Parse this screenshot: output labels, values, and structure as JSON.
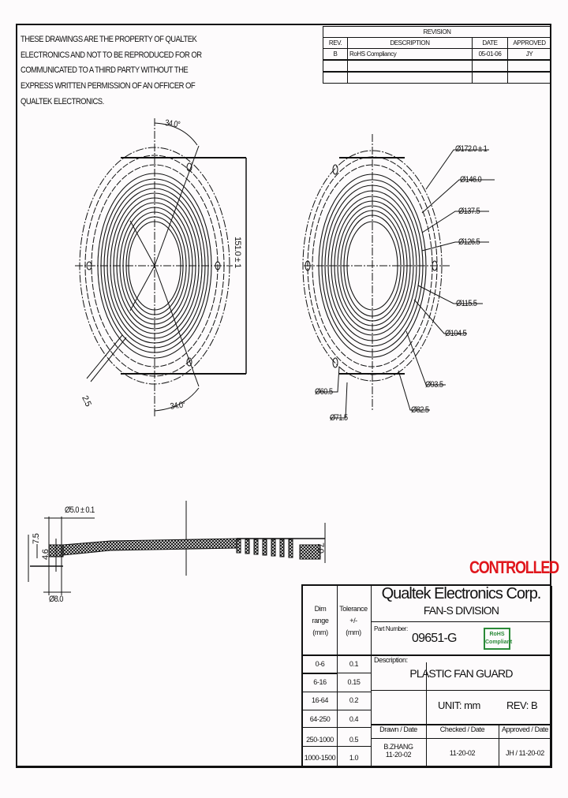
{
  "notice": {
    "lines": [
      "THESE DRAWINGS ARE THE PROPERTY OF QUALTEK",
      "ELECTRONICS AND NOT TO BE REPRODUCED FOR OR",
      "COMMUNICATED TO A THIRD PARTY WITHOUT THE",
      "EXPRESS WRITTEN PERMISSION OF AN OFFICER OF",
      "QUALTEK ELECTRONICS."
    ]
  },
  "revision_table": {
    "title": "REVISION",
    "headers": [
      "REV.",
      "DESCRIPTION",
      "DATE",
      "APPROVED"
    ],
    "rows": [
      [
        "B",
        "RoHS Compliancy",
        "05-01-06",
        "JY"
      ],
      [
        "",
        "",
        "",
        ""
      ],
      [
        "",
        "",
        "",
        ""
      ]
    ]
  },
  "front_view": {
    "angle_top": "34.0°",
    "angle_bottom": "34.0°",
    "height_dim": "151.0 ± 1",
    "rib_dim": "2.5"
  },
  "dimension_view": {
    "diameters": [
      "Ø172.0 ± 1",
      "Ø146.0",
      "Ø137.5",
      "Ø126.5",
      "Ø115.5",
      "Ø104.5",
      "Ø93.5",
      "Ø82.5",
      "Ø71.5",
      "Ø60.5"
    ]
  },
  "section_view": {
    "hole_dim": "Ø5.0 ± 0.1",
    "boss_dim": "Ø8.0",
    "height_left": "7.5",
    "height_inner": "4.6",
    "height_right": "7.0"
  },
  "stamp": {
    "text": "CONTROLLED",
    "color": "#e0161c"
  },
  "title_block": {
    "company": "Qualtek Electronics Corp.",
    "division": "FAN-S DIVISION",
    "part_number_label": "Part Number:",
    "part_number": "09651-G",
    "rohs_badge": {
      "line1": "RoHS",
      "line2": "Compliant",
      "color": "#2a8a38"
    },
    "description_label": "Description:",
    "description": "PLASTIC FAN GUARD",
    "unit": "UNIT:  mm",
    "rev": "REV:  B",
    "signoff_headers": [
      "Drawn / Date",
      "Checked / Date",
      "Approved / Date"
    ],
    "drawn_name": "B.ZHANG",
    "drawn_date": "11-20-02",
    "checked": "11-20-02",
    "approved": "JH / 11-20-02",
    "tolerance_table": {
      "header_dim": [
        "Dim",
        "range",
        "(mm)"
      ],
      "header_tol": [
        "Tolerance",
        "+/-",
        "(mm)"
      ],
      "rows": [
        [
          "0-6",
          "0.1"
        ],
        [
          "6-16",
          "0.15"
        ],
        [
          "16-64",
          "0.2"
        ],
        [
          "64-250",
          "0.4"
        ],
        [
          "250-1000",
          "0.5"
        ],
        [
          "1000-1500",
          "1.0"
        ]
      ]
    }
  }
}
